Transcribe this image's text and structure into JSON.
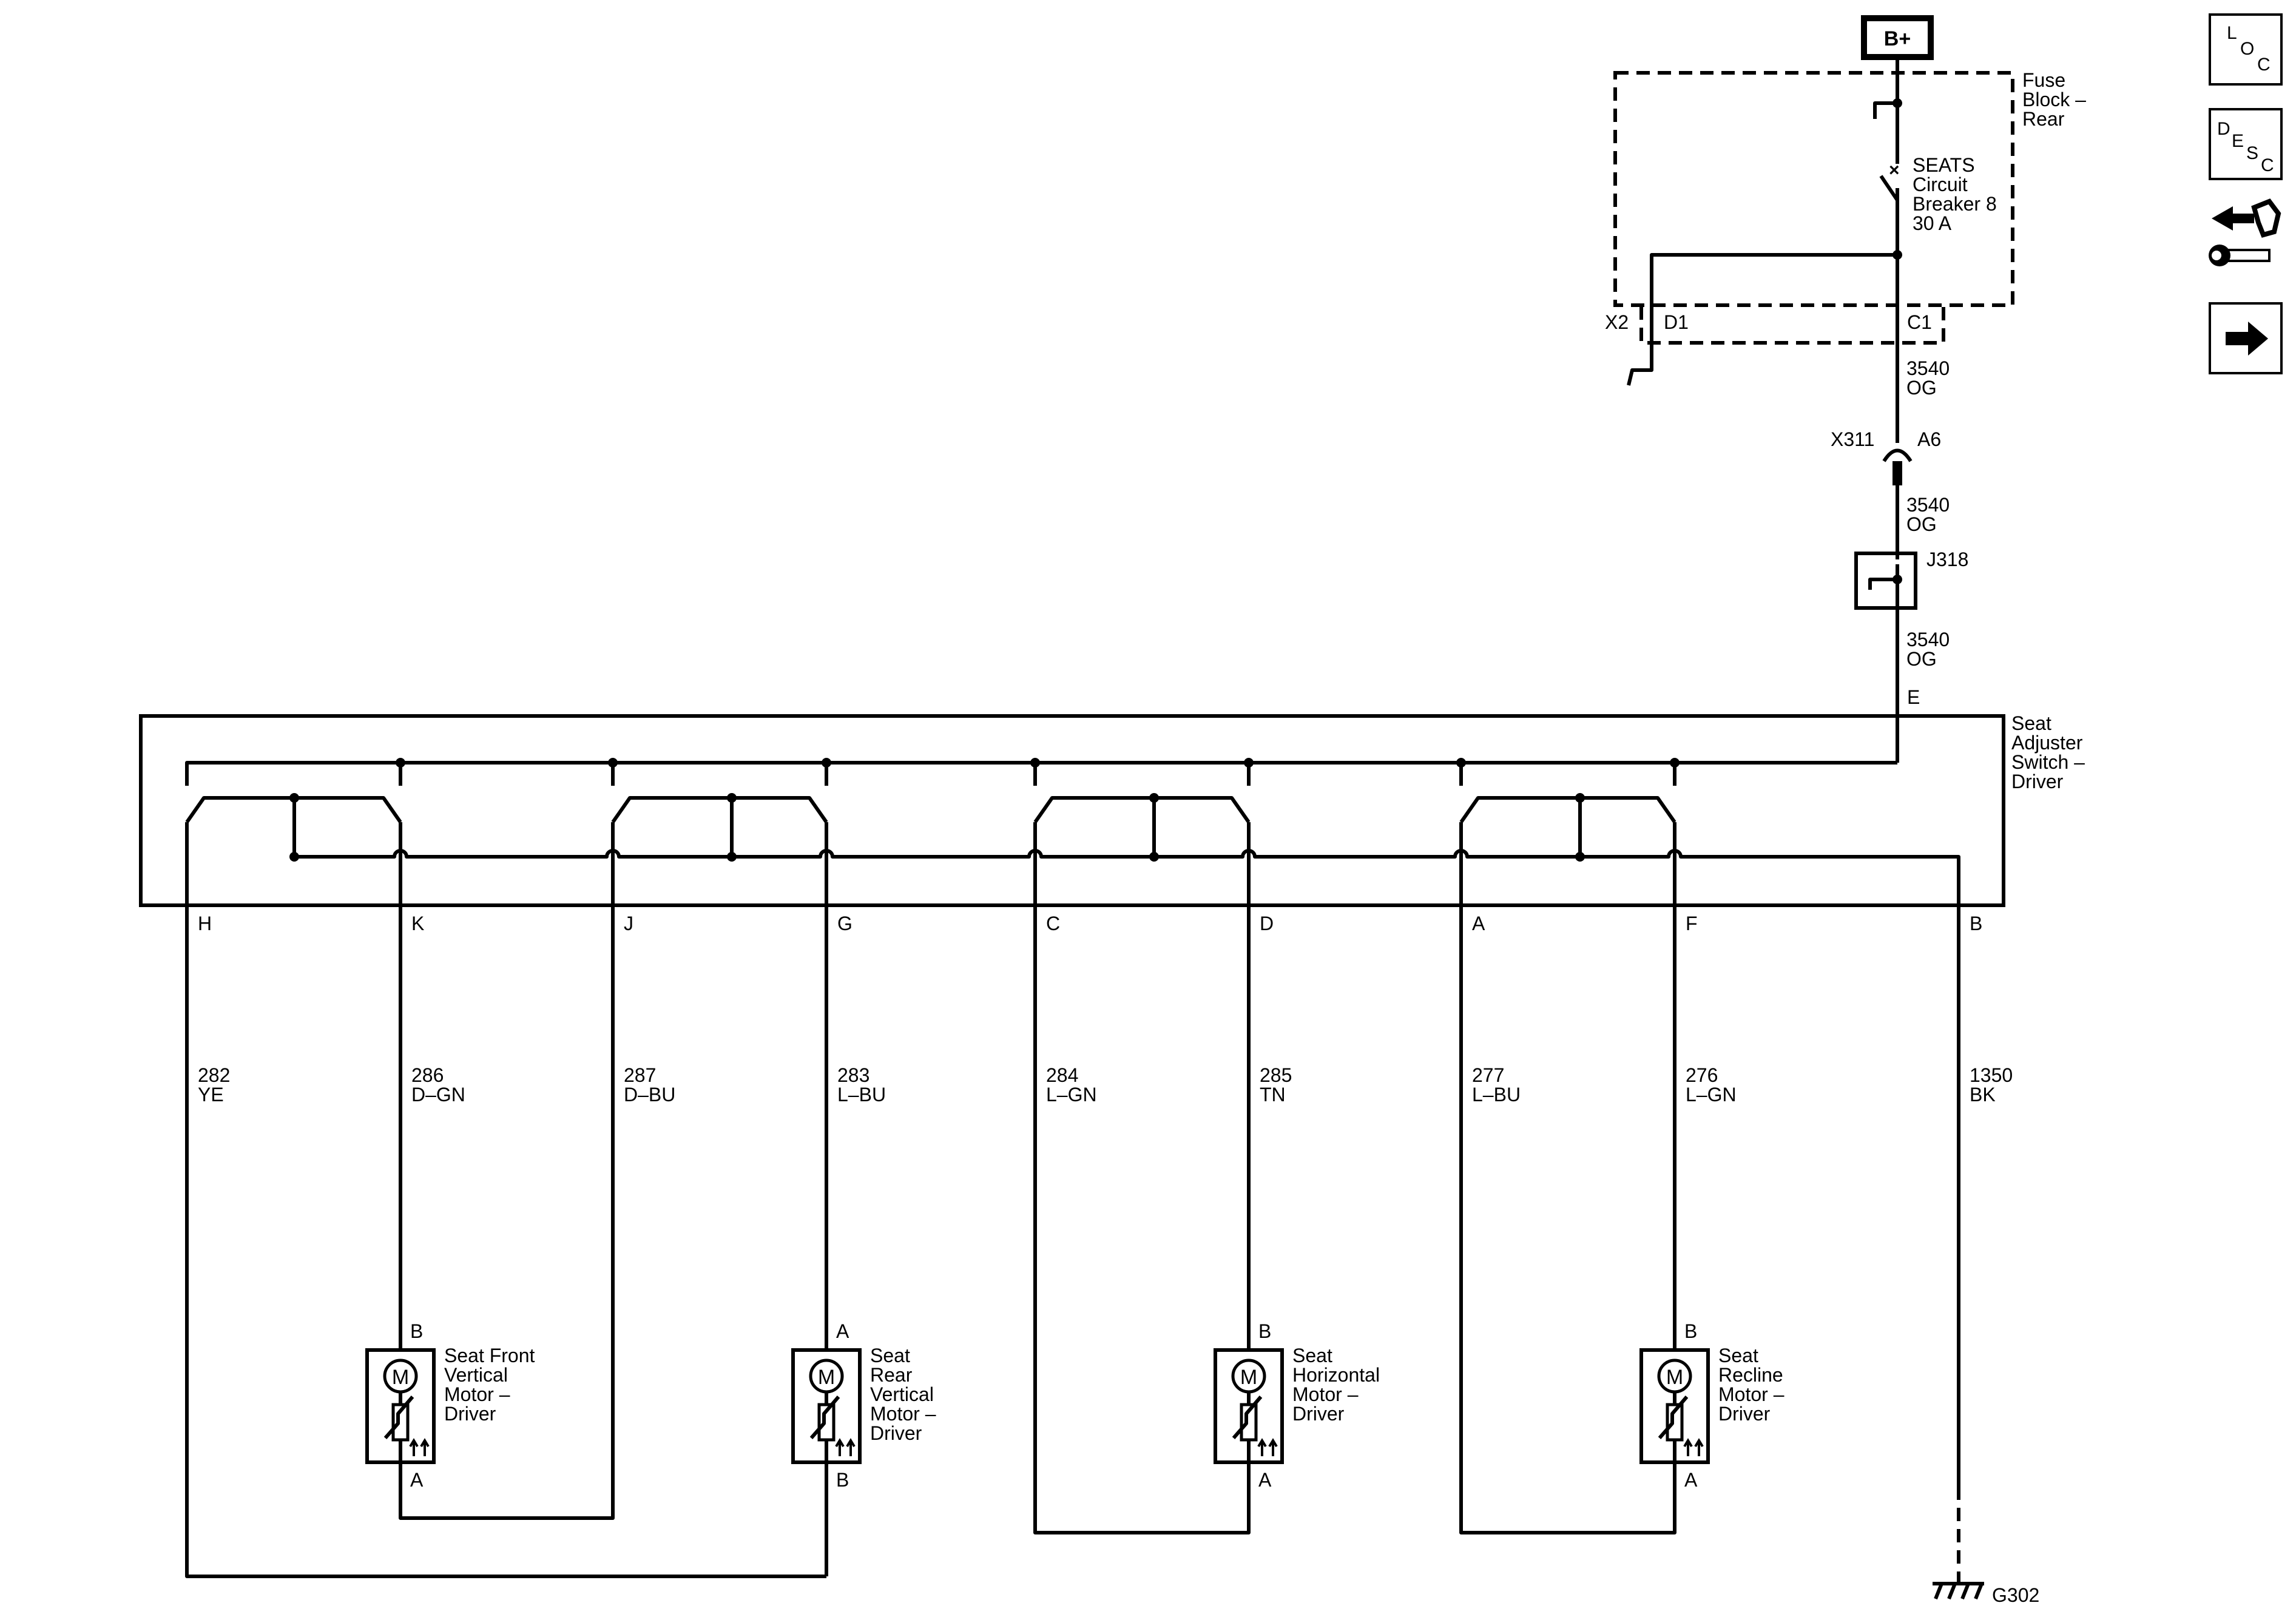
{
  "supply": {
    "label": "B+"
  },
  "fuse_block": {
    "name": "Fuse\nBlock –\nRear",
    "breaker": "SEATS\nCircuit\nBreaker 8\n30 A",
    "connectors": [
      "X2",
      "D1",
      "C1"
    ]
  },
  "circuits": {
    "fuse_out": "3540\nOG",
    "inline_connector": "X311",
    "inline_pin": "A6",
    "after_inline": "3540\nOG",
    "splice": "J318",
    "to_switch": "3540\nOG"
  },
  "switch": {
    "name": "Seat\nAdjuster\nSwitch –\nDriver",
    "input_pin": "E",
    "pins": [
      "H",
      "K",
      "J",
      "G",
      "C",
      "D",
      "A",
      "F",
      "B"
    ]
  },
  "wires": [
    {
      "pin": "H",
      "circuit": "282",
      "color": "YE"
    },
    {
      "pin": "K",
      "circuit": "286",
      "color": "D–GN"
    },
    {
      "pin": "J",
      "circuit": "287",
      "color": "D–BU"
    },
    {
      "pin": "G",
      "circuit": "283",
      "color": "L–BU"
    },
    {
      "pin": "C",
      "circuit": "284",
      "color": "L–GN"
    },
    {
      "pin": "D",
      "circuit": "285",
      "color": "TN"
    },
    {
      "pin": "A",
      "circuit": "277",
      "color": "L–BU"
    },
    {
      "pin": "F",
      "circuit": "276",
      "color": "L–GN"
    },
    {
      "pin": "B",
      "circuit": "1350",
      "color": "BK"
    }
  ],
  "motors": [
    {
      "name": "Seat Front\nVertical\nMotor –\nDriver",
      "top_pin": "B",
      "bottom_pin": "A"
    },
    {
      "name": "Seat\nRear\nVertical\nMotor –\nDriver",
      "top_pin": "A",
      "bottom_pin": "B"
    },
    {
      "name": "Seat\nHorizontal\nMotor –\nDriver",
      "top_pin": "B",
      "bottom_pin": "A"
    },
    {
      "name": "Seat\nRecline\nMotor –\nDriver",
      "top_pin": "B",
      "bottom_pin": "A"
    }
  ],
  "motor_symbol": "M",
  "ground": {
    "label": "G302"
  },
  "nav": [
    {
      "icon": "location-icon",
      "letters": [
        "L",
        "O",
        "C"
      ]
    },
    {
      "icon": "description-icon",
      "letters": [
        "D",
        "E",
        "S",
        "C"
      ]
    },
    {
      "icon": "connector-wrench-icon"
    },
    {
      "icon": "arrow-right-icon"
    }
  ]
}
